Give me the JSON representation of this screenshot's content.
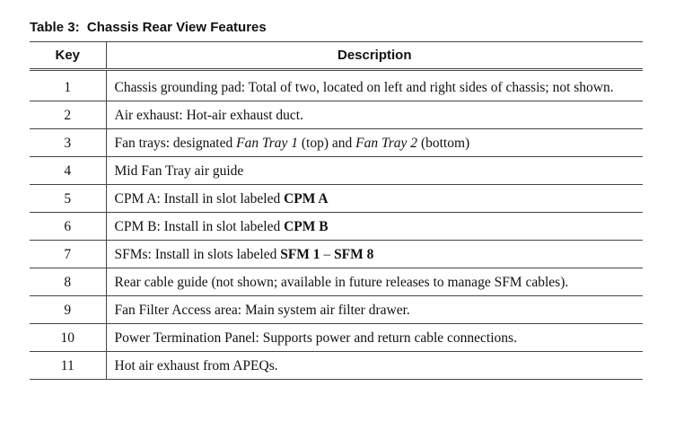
{
  "table": {
    "caption": "Table 3:  Chassis Rear View Features",
    "headers": {
      "key": "Key",
      "description": "Description"
    },
    "rows": [
      {
        "key": "1",
        "parts": [
          {
            "t": "Chassis grounding pad: Total of two, located on left and right sides of chassis; not shown."
          }
        ]
      },
      {
        "key": "2",
        "parts": [
          {
            "t": "Air exhaust: Hot-air exhaust duct."
          }
        ]
      },
      {
        "key": "3",
        "parts": [
          {
            "t": "Fan trays: designated "
          },
          {
            "t": "Fan Tray 1",
            "s": "i"
          },
          {
            "t": " (top) and "
          },
          {
            "t": "Fan Tray 2",
            "s": "i"
          },
          {
            "t": " (bottom)"
          }
        ]
      },
      {
        "key": "4",
        "parts": [
          {
            "t": "Mid Fan Tray air guide"
          }
        ]
      },
      {
        "key": "5",
        "parts": [
          {
            "t": "CPM A: Install in slot labeled "
          },
          {
            "t": "CPM A",
            "s": "b"
          }
        ]
      },
      {
        "key": "6",
        "parts": [
          {
            "t": "CPM B: Install in slot labeled "
          },
          {
            "t": "CPM B",
            "s": "b"
          }
        ]
      },
      {
        "key": "7",
        "parts": [
          {
            "t": "SFMs: Install in slots labeled "
          },
          {
            "t": "SFM 1",
            "s": "b"
          },
          {
            "t": " – "
          },
          {
            "t": "SFM 8",
            "s": "b"
          }
        ]
      },
      {
        "key": "8",
        "parts": [
          {
            "t": "Rear cable guide (not shown; available in future releases to manage SFM cables)."
          }
        ]
      },
      {
        "key": "9",
        "parts": [
          {
            "t": "Fan Filter Access area: Main system air filter drawer."
          }
        ]
      },
      {
        "key": "10",
        "parts": [
          {
            "t": "Power Termination Panel: Supports power and return cable connections."
          }
        ]
      },
      {
        "key": "11",
        "parts": [
          {
            "t": "Hot air exhaust from APEQs."
          }
        ]
      }
    ]
  }
}
